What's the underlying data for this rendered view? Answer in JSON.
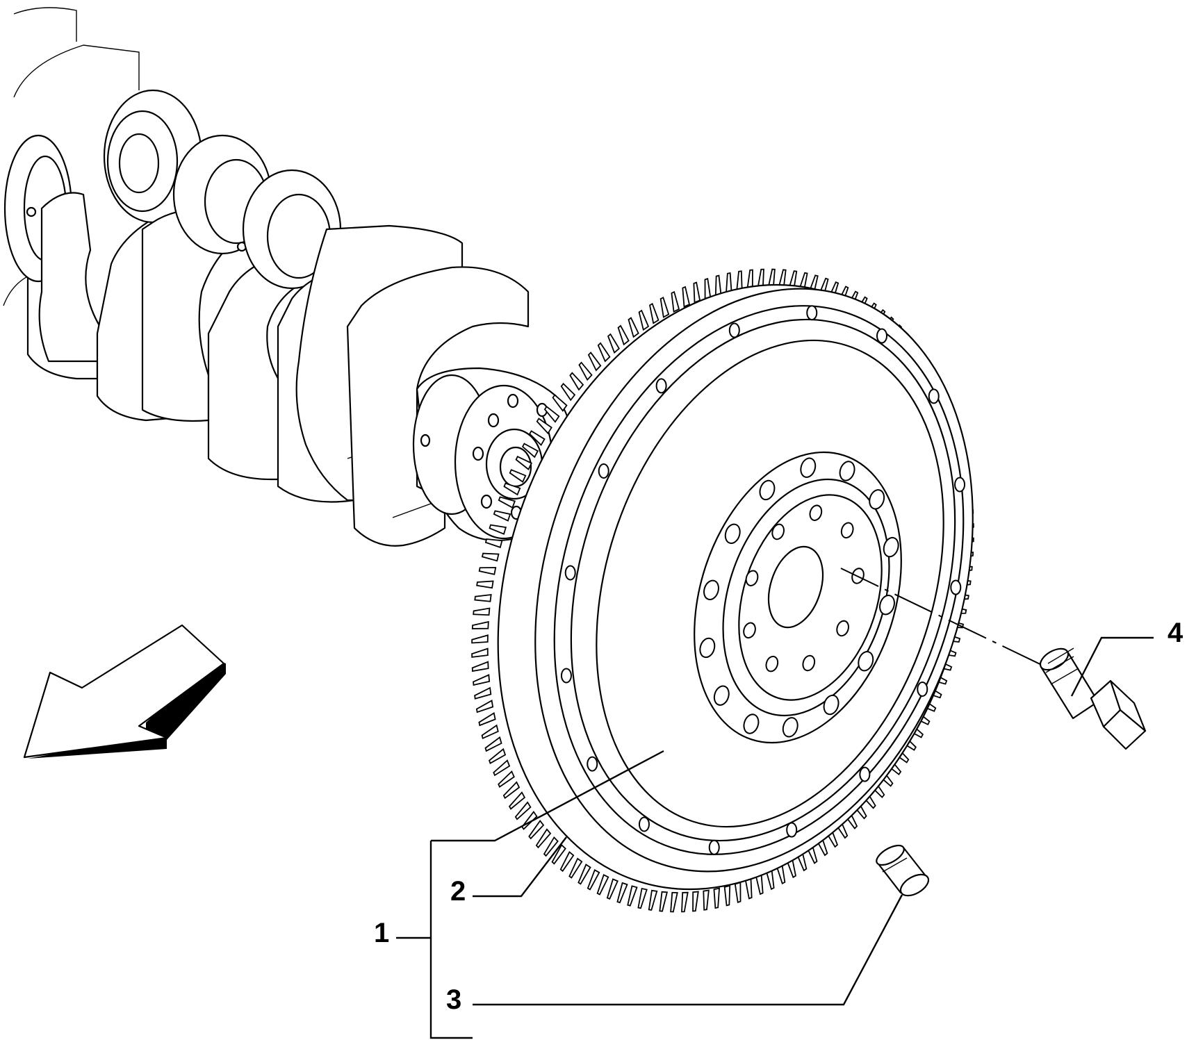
{
  "diagram": {
    "callouts": [
      {
        "id": "1",
        "label": "1"
      },
      {
        "id": "2",
        "label": "2"
      },
      {
        "id": "3",
        "label": "3"
      },
      {
        "id": "4",
        "label": "4"
      }
    ],
    "parts": [
      {
        "name": "crankshaft-icon"
      },
      {
        "name": "flywheel-icon"
      },
      {
        "name": "ring-gear-icon"
      },
      {
        "name": "dowel-pin-icon"
      },
      {
        "name": "flywheel-bolt-icon"
      },
      {
        "name": "direction-arrow-icon"
      }
    ]
  }
}
